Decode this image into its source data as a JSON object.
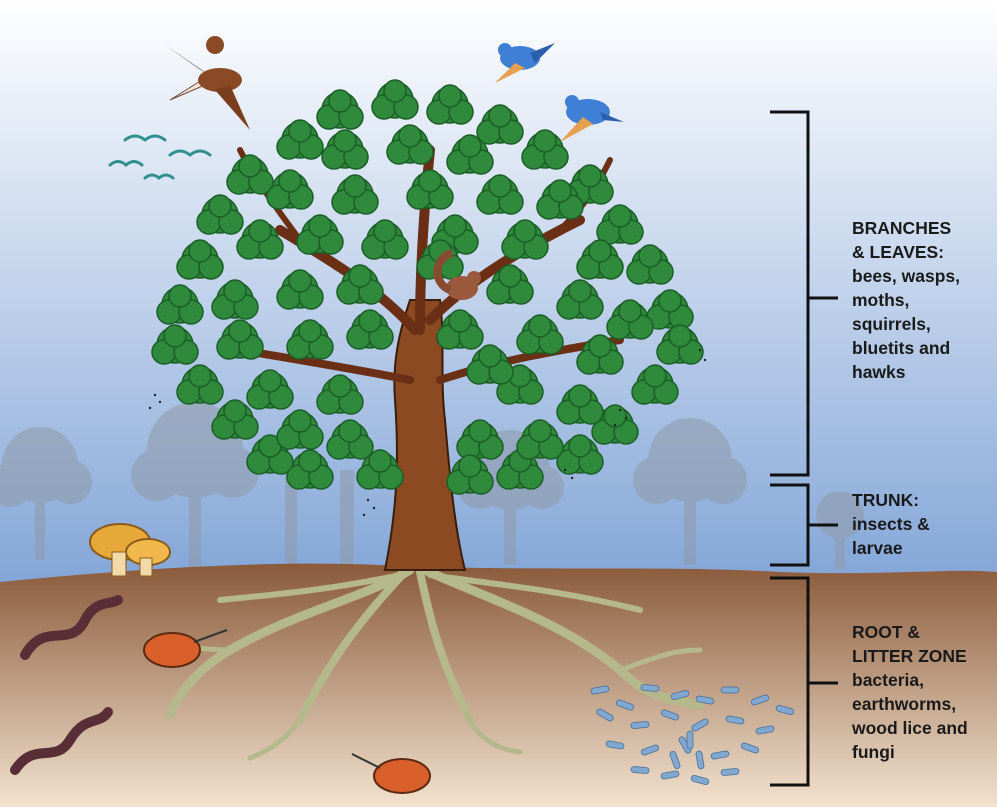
{
  "zones": [
    {
      "id": "branches",
      "lines": [
        "BRANCHES",
        "& LEAVES:",
        "bees, wasps,",
        "moths,",
        "squirrels,",
        "bluetits and",
        "hawks"
      ]
    },
    {
      "id": "trunk",
      "lines": [
        "TRUNK:",
        "insects &",
        "larvae"
      ]
    },
    {
      "id": "root",
      "lines": [
        "ROOT &",
        "LITTER ZONE",
        "bacteria,",
        "earthworms,",
        "wood lice and",
        "fungi"
      ]
    }
  ],
  "colors": {
    "sky_top": "#ffffff",
    "sky_bottom": "#7fa3d6",
    "soil_top": "#8a5a3a",
    "soil_bottom": "#f2e2cf",
    "foliage": "#2f8a3c",
    "foliage_dark": "#1b5e27",
    "trunk": "#8b4a22",
    "roots": "#b5b88a",
    "bird_blue": "#3f7fd6",
    "hawk_brown": "#8b4a26",
    "mushroom": "#e6a83a",
    "woodlouse": "#d9602a",
    "bacteria": "#7fa7cf",
    "worm": "#5a2e36"
  }
}
